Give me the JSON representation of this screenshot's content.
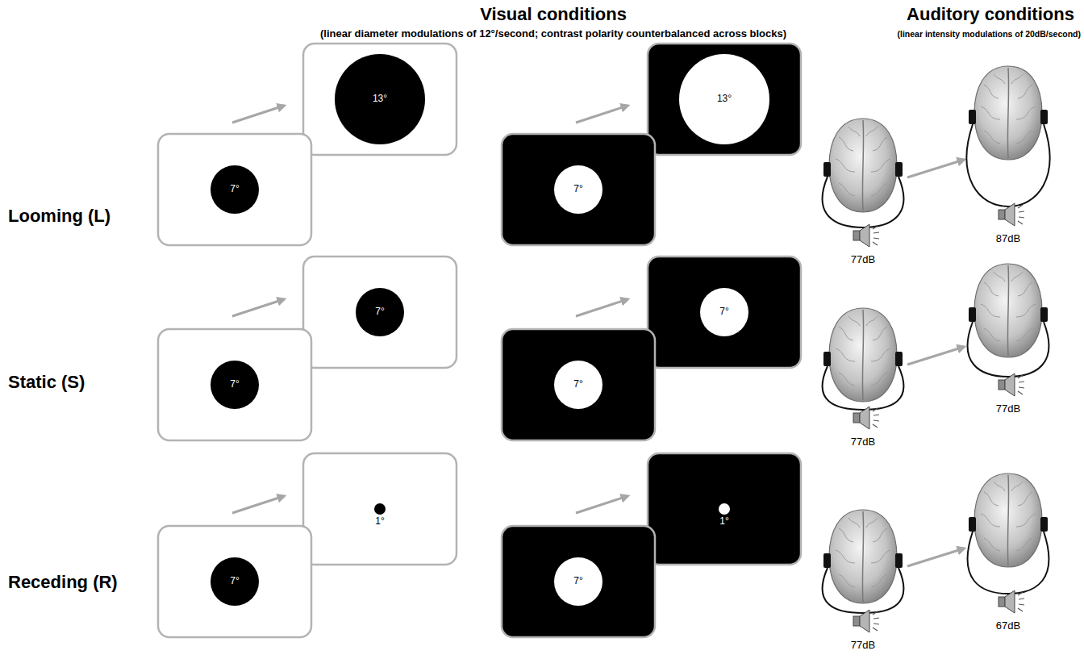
{
  "diagram": {
    "nodes": [
      {
        "text": [
          "7°"
        ]
      },
      {
        "text": [
          "13°"
        ]
      },
      {
        "text": [
          "7°"
        ]
      },
      {
        "text": [
          "13°"
        ]
      },
      {
        "text": [
          "7°"
        ]
      },
      {
        "text": [
          "7°"
        ]
      },
      {
        "text": [
          "7°"
        ]
      },
      {
        "text": [
          "7°"
        ]
      },
      {
        "text": [
          "7°"
        ]
      },
      {
        "text": [
          "1°"
        ]
      },
      {
        "text": [
          "7°"
        ]
      },
      {
        "text": [
          "1°"
        ]
      }
    ],
    "labels": [
      "Visual conditions",
      "(linear diameter modulations of 12°/second; contrast polarity counterbalanced across blocks)",
      "Auditory conditions",
      "(linear intensity modulations of 20dB/second)",
      "Looming (L)",
      "87dB",
      "77dB",
      "Static (S)",
      "77dB",
      "77dB",
      "Receding (R)",
      "67dB",
      "77dB"
    ]
  }
}
